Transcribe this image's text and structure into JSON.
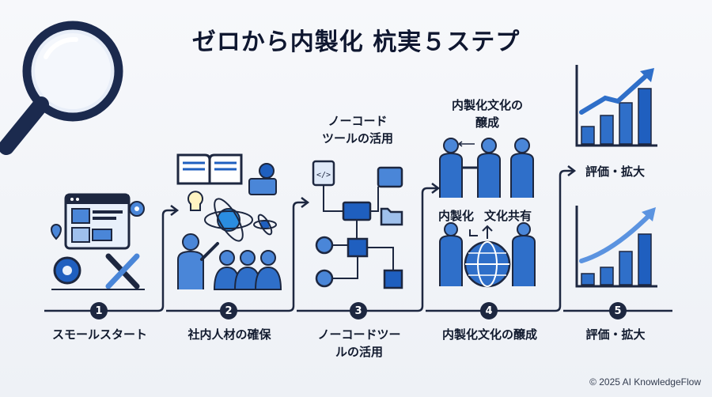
{
  "title": "ゼロから内製化 杭実５ステプ",
  "steps": [
    {
      "number": "1",
      "label": "スモールスタート"
    },
    {
      "number": "2",
      "label": "社内人材の確保"
    },
    {
      "number": "3",
      "label_line1": "ノーコードツー",
      "label_line2": "ルの活用"
    },
    {
      "number": "4",
      "label": "内製化文化の醸成"
    },
    {
      "number": "5",
      "label": "評価・拡大"
    }
  ],
  "callouts": {
    "nocode_line1": "ノーコード",
    "nocode_line2": "ツールの活用",
    "culture_line1": "内製化文化の",
    "culture_line2": "醸成",
    "naiseika": "内製化",
    "bunka_kyoyu": "文化共有",
    "evaluate": "評価・拡大"
  },
  "copyright": "© 2025 AI KnowledgeFlow",
  "colors": {
    "accent": "#1f5fbf",
    "dark": "#1d2740",
    "light": "#5b93e0"
  }
}
